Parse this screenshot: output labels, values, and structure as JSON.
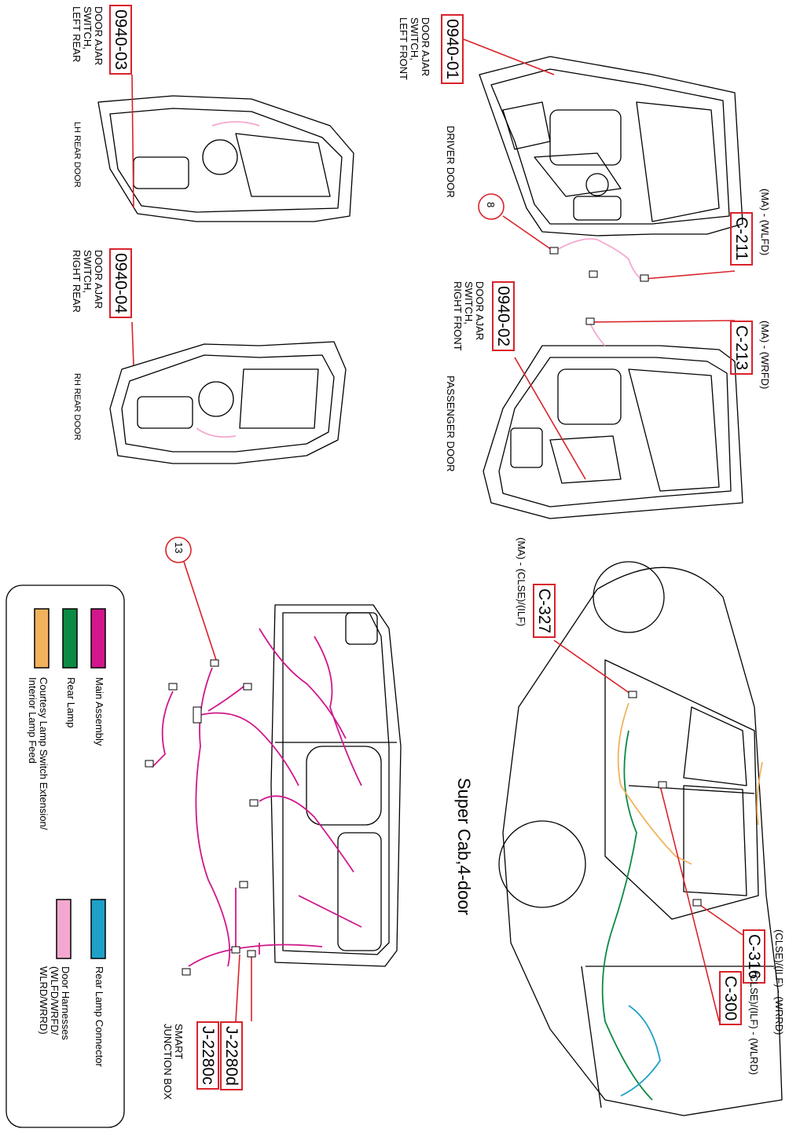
{
  "colors": {
    "callout": "#d9222a",
    "main": "#d1178b",
    "rear": "#0b8a43",
    "courtesy": "#f2b25c",
    "rearconn": "#1fa0c8",
    "door": "#f4a8cf",
    "ink": "#000000"
  },
  "callouts": {
    "c0940_01": "0940-01",
    "c0940_02": "0940-02",
    "c0940_03": "0940-03",
    "c0940_04": "0940-04",
    "c211": "C-211",
    "c213": "C-213",
    "c327": "C-327",
    "c316": "C-316",
    "c300": "C-300",
    "j2280d": "J-2280d",
    "j2280c": "J-2280c",
    "num8": "8",
    "num13": "13"
  },
  "labels": {
    "left_front_switch": "DOOR AJAR\nSWITCH,\nLEFT FRONT",
    "right_front_switch": "DOOR AJAR\nSWITCH,\nRIGHT FRONT",
    "left_rear_switch": "DOOR AJAR\nSWITCH,\nLEFT REAR",
    "right_rear_switch": "DOOR AJAR\nSWITCH,\nRIGHT REAR",
    "driver_door": "DRIVER DOOR",
    "passenger_door": "PASSENGER DOOR",
    "lh_rear_door": "LH REAR DOOR",
    "rh_rear_door": "RH REAR DOOR",
    "c211_opt": "(MA) - (WLFD)",
    "c213_opt": "(MA) - (WRFD)",
    "c327_opt": "(MA) - (CLSE)/(ILF)",
    "c316_opt": "(CLSE)/(ILF) - (WRRD)",
    "c300_opt": "(CLSE)/(ILF) - (WLRD)",
    "super_cab": "Super Cab,4-door",
    "smart_jb": "SMART\nJUNCTION BOX"
  },
  "legend": {
    "main": "Main Assembly",
    "rear_lamp": "Rear Lamp",
    "courtesy": "Courtesy Lamp Switch Extension/\nInterior Lamp Feed",
    "rear_lamp_conn": "Rear Lamp  Connector",
    "door_harness": "Door Harnesses\n(WLFD/WRFD/\nWLRD/WRRD)"
  }
}
